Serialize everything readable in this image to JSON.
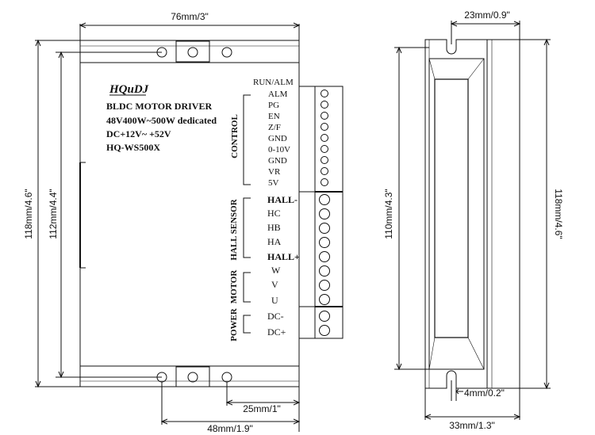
{
  "dimensions": {
    "top_width": "76mm/3\"",
    "outer_height_left": "118mm/4.6\"",
    "inner_height_left": "112mm/4.4\"",
    "bottom_hole_offset": "25mm/1\"",
    "bottom_width": "48mm/1.9\"",
    "side_top_width": "23mm/0.9\"",
    "side_inner_height": "110mm/4.3\"",
    "side_outer_height": "118mm/4.6\"",
    "side_slot_width": "4mm/0.2\"",
    "side_bottom_width": "33mm/1.3\""
  },
  "label": {
    "brand": "HQuDJ",
    "line1": "BLDC MOTOR DRIVER",
    "line2": "48V400W~500W dedicated",
    "line3": "DC+12V~ +52V",
    "line4": "HQ-WS500X"
  },
  "terminals": {
    "run_alm": "RUN/ALM",
    "control_title": "CONTROL",
    "control_pins": [
      "ALM",
      "PG",
      "EN",
      "Z/F",
      "GND",
      "0-10V",
      "GND",
      "VR",
      "5V"
    ],
    "hall_title": "HALL SENSOR",
    "hall_pins": [
      "HALL-",
      "HC",
      "HB",
      "HA",
      "HALL+"
    ],
    "motor_title": "MOTOR",
    "motor_pins": [
      "W",
      "V",
      "U"
    ],
    "power_title": "POWER",
    "power_pins": [
      "DC-",
      "DC+"
    ]
  }
}
